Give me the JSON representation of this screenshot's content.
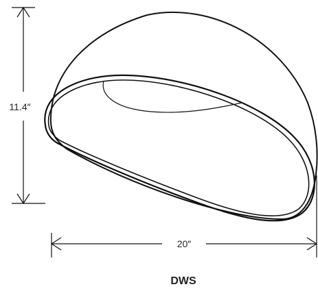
{
  "diagram": {
    "product_label": "DWS",
    "height_dimension": {
      "label": "11.4″",
      "value": 11.4,
      "unit": "in"
    },
    "width_dimension": {
      "label": "20″",
      "value": 20,
      "unit": "in"
    },
    "line_color": "#111111",
    "background_color": "#ffffff"
  }
}
